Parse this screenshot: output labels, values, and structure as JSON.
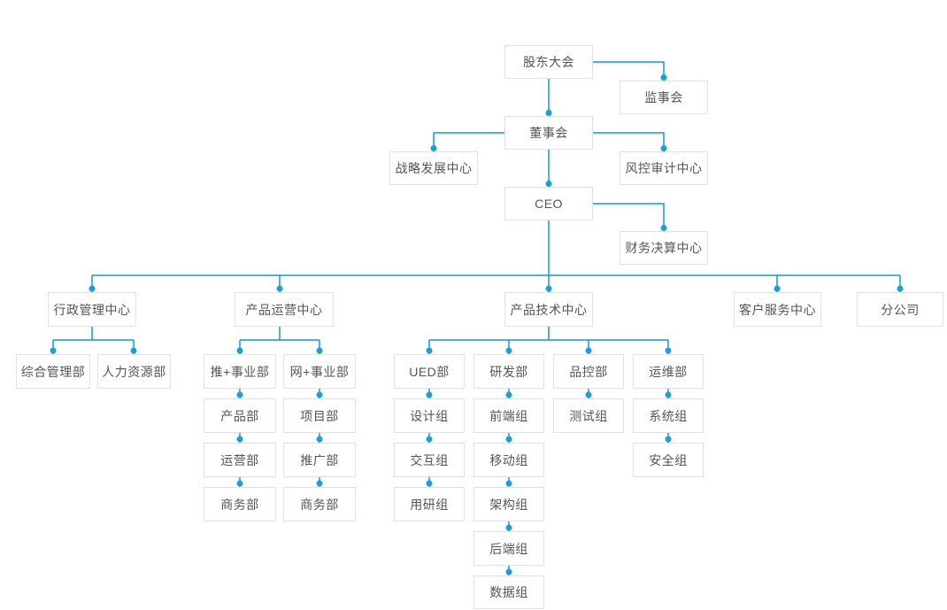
{
  "chart_type": "org-chart",
  "colors": {
    "line": "#1697d4",
    "dot": "#18a0dc",
    "node_border": "#e1e1e1",
    "node_text": "#555555",
    "node_background": "#ffffff"
  },
  "nodes": {
    "shareholders_meeting": {
      "label": "股东大会"
    },
    "supervisory_board": {
      "label": "监事会"
    },
    "board_of_directors": {
      "label": "董事会"
    },
    "strategy_dev_center": {
      "label": "战略发展中心"
    },
    "risk_audit_center": {
      "label": "风控审计中心"
    },
    "ceo": {
      "label": "CEO"
    },
    "finance_center": {
      "label": "财务决算中心"
    },
    "admin_center": {
      "label": "行政管理中心"
    },
    "product_ops_center": {
      "label": "产品运营中心"
    },
    "product_tech_center": {
      "label": "产品技术中心"
    },
    "customer_service_center": {
      "label": "客户服务中心"
    },
    "branch_company": {
      "label": "分公司"
    },
    "general_mgmt_dept": {
      "label": "综合管理部"
    },
    "hr_dept": {
      "label": "人力资源部"
    },
    "tui_business_dept": {
      "label": "推+事业部"
    },
    "wang_business_dept": {
      "label": "网+事业部"
    },
    "product_dept": {
      "label": "产品部"
    },
    "operations_dept": {
      "label": "运营部"
    },
    "business_dept_1": {
      "label": "商务部"
    },
    "project_dept": {
      "label": "项目部"
    },
    "promotion_dept": {
      "label": "推广部"
    },
    "business_dept_2": {
      "label": "商务部"
    },
    "ued_dept": {
      "label": "UED部"
    },
    "rnd_dept": {
      "label": "研发部"
    },
    "qc_dept": {
      "label": "品控部"
    },
    "ops_maintenance_dept": {
      "label": "运维部"
    },
    "design_group": {
      "label": "设计组"
    },
    "interaction_group": {
      "label": "交互组"
    },
    "user_research_group": {
      "label": "用研组"
    },
    "frontend_group": {
      "label": "前端组"
    },
    "mobile_group": {
      "label": "移动组"
    },
    "architecture_group": {
      "label": "架构组"
    },
    "backend_group": {
      "label": "后端组"
    },
    "data_group": {
      "label": "数据组"
    },
    "testing_group": {
      "label": "测试组"
    },
    "system_group": {
      "label": "系统组"
    },
    "security_group": {
      "label": "安全组"
    }
  },
  "edges_as_drawn": [
    [
      "shareholders_meeting",
      "supervisory_board"
    ],
    [
      "shareholders_meeting",
      "board_of_directors"
    ],
    [
      "board_of_directors",
      "strategy_dev_center"
    ],
    [
      "board_of_directors",
      "risk_audit_center"
    ],
    [
      "board_of_directors",
      "ceo"
    ],
    [
      "ceo",
      "finance_center"
    ],
    [
      "ceo",
      "admin_center"
    ],
    [
      "ceo",
      "product_ops_center"
    ],
    [
      "ceo",
      "product_tech_center"
    ],
    [
      "ceo",
      "customer_service_center"
    ],
    [
      "ceo",
      "branch_company"
    ],
    [
      "admin_center",
      "general_mgmt_dept"
    ],
    [
      "admin_center",
      "hr_dept"
    ],
    [
      "product_ops_center",
      "tui_business_dept"
    ],
    [
      "product_ops_center",
      "wang_business_dept"
    ],
    [
      "tui_business_dept",
      "product_dept"
    ],
    [
      "product_dept",
      "operations_dept"
    ],
    [
      "operations_dept",
      "business_dept_1"
    ],
    [
      "wang_business_dept",
      "project_dept"
    ],
    [
      "project_dept",
      "promotion_dept"
    ],
    [
      "promotion_dept",
      "business_dept_2"
    ],
    [
      "product_tech_center",
      "ued_dept"
    ],
    [
      "product_tech_center",
      "rnd_dept"
    ],
    [
      "product_tech_center",
      "qc_dept"
    ],
    [
      "product_tech_center",
      "ops_maintenance_dept"
    ],
    [
      "ued_dept",
      "design_group"
    ],
    [
      "design_group",
      "interaction_group"
    ],
    [
      "interaction_group",
      "user_research_group"
    ],
    [
      "rnd_dept",
      "frontend_group"
    ],
    [
      "frontend_group",
      "mobile_group"
    ],
    [
      "mobile_group",
      "architecture_group"
    ],
    [
      "architecture_group",
      "backend_group"
    ],
    [
      "backend_group",
      "data_group"
    ],
    [
      "qc_dept",
      "testing_group"
    ],
    [
      "ops_maintenance_dept",
      "system_group"
    ],
    [
      "system_group",
      "security_group"
    ]
  ]
}
